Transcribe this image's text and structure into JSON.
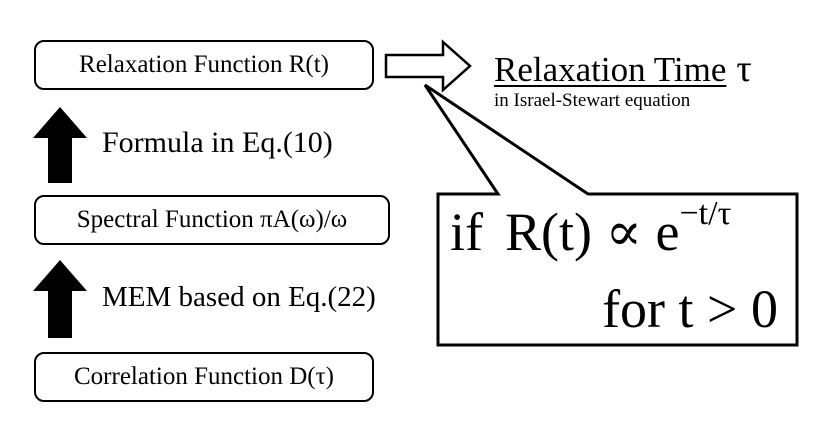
{
  "boxes": {
    "relaxation": "Relaxation Function R(t)",
    "spectral": "Spectral Function πA(ω)/ω",
    "correlation": "Correlation Function D(τ)"
  },
  "arrows": {
    "formula_label": "Formula in Eq.(10)",
    "mem_label": "MEM based on Eq.(22)"
  },
  "result": {
    "title": "Relaxation Time",
    "symbol": "τ",
    "subtitle": "in Israel-Stewart equation"
  },
  "callout": {
    "if_word": "if",
    "lhs": "R(t) ∝ e",
    "exponent": "−t/τ",
    "condition": "for t > 0"
  }
}
